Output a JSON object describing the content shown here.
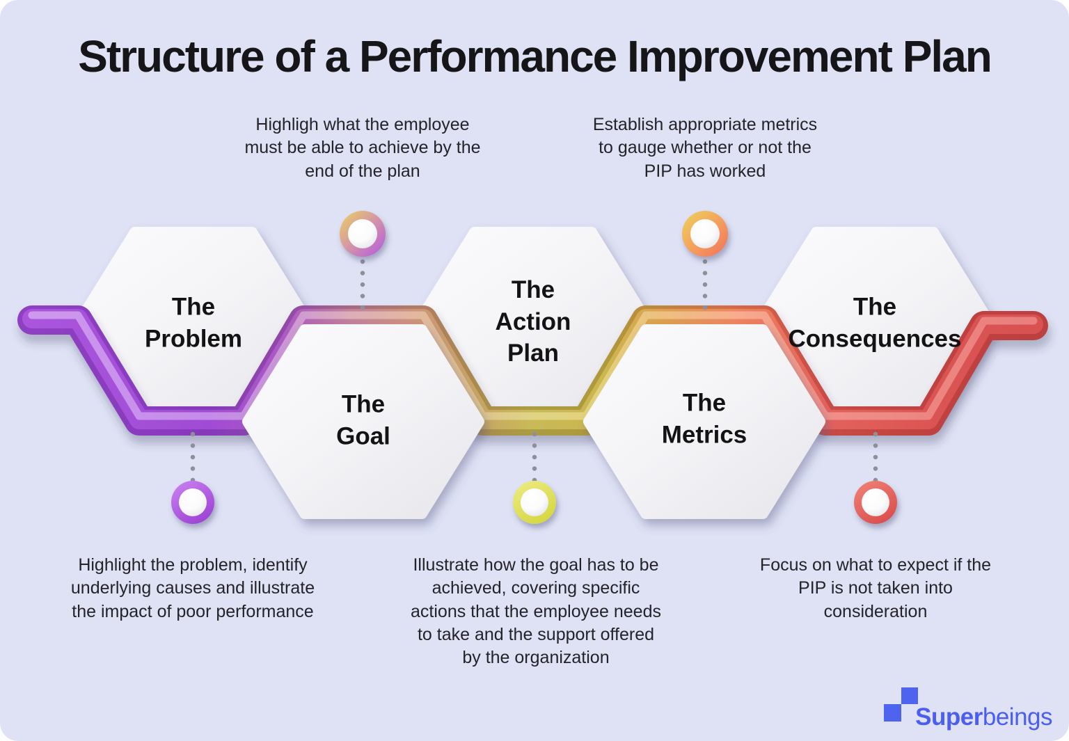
{
  "title": "Structure of a Performance Improvement Plan",
  "steps": [
    {
      "id": "problem",
      "lines": [
        "The",
        "Problem"
      ],
      "note": "Highlight the problem, identify underlying causes and illustrate the impact of poor performance",
      "note_position": "bottom",
      "marker_colors": [
        "#c77ef0",
        "#9b40d2"
      ]
    },
    {
      "id": "goal",
      "lines": [
        "The",
        "Goal"
      ],
      "note": "Highligh what the employee must be able to achieve by the end of the plan",
      "note_position": "top",
      "marker_colors": [
        "#ecd35e",
        "#b257e2"
      ]
    },
    {
      "id": "action-plan",
      "lines": [
        "The",
        "Action",
        "Plan"
      ],
      "note": "Illustrate how the goal has to be achieved, covering specific actions that the employee needs to take and the support offered by the organization",
      "note_position": "bottom",
      "marker_colors": [
        "#ecea80",
        "#d3d63e"
      ]
    },
    {
      "id": "metrics",
      "lines": [
        "The",
        "Metrics"
      ],
      "note": "Establish appropriate metrics to gauge whether or not the PIP has worked",
      "note_position": "top",
      "marker_colors": [
        "#eed45c",
        "#f0705c"
      ]
    },
    {
      "id": "consequences",
      "lines": [
        "The",
        "Consequences"
      ],
      "note": "Focus on what to expect if the PIP is not taken into consideration",
      "note_position": "bottom",
      "marker_colors": [
        "#ee7f74",
        "#da4b4b"
      ]
    }
  ],
  "brand": {
    "bold": "Super",
    "regular": "beings"
  },
  "colors": {
    "background": "#dee2f4",
    "ink": "#1b1b20",
    "brand_blue": "#4e63ee",
    "ribbon_purple": "#a04bd5",
    "ribbon_yellow": "#c8ba58",
    "ribbon_orange": "#ef8560",
    "ribbon_red": "#da5453",
    "hexagon_fill": "#f4f4f7",
    "dotted_line": "#8f8f99"
  }
}
